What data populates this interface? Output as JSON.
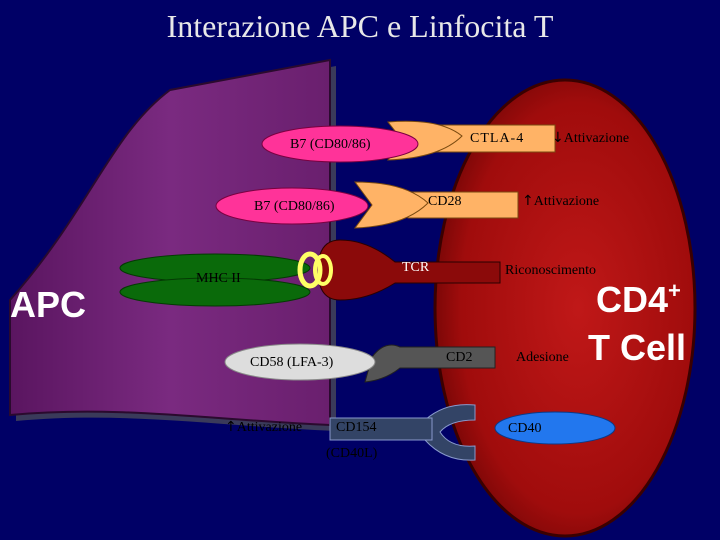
{
  "title": "Interazione APC e Linfocita T",
  "cells": {
    "apc_label": "APC",
    "tcell_label_top": "CD4",
    "tcell_label_sup": "+",
    "tcell_label_bottom": "T Cell"
  },
  "rows": [
    {
      "ligand": "B7 (CD80/86)",
      "receptor": "CTLA-4",
      "effect_arrow": "↓",
      "effect": "Attivazione"
    },
    {
      "ligand": "B7 (CD80/86)",
      "receptor": "CD28",
      "effect_arrow": "↑",
      "effect": "Attivazione"
    },
    {
      "ligand": "MHC II",
      "receptor": "TCR",
      "effect": "Riconoscimento"
    },
    {
      "ligand": "CD58 (LFA-3)",
      "receptor": "CD2",
      "effect": "Adesione"
    },
    {
      "ligand": "CD154",
      "ligand_line2": "(CD40L)",
      "receptor": "CD40",
      "effect_arrow": "↑",
      "effect": "Attivazione"
    }
  ],
  "colors": {
    "background": "#000066",
    "apc_cell": "#6a1f6e",
    "t_cell": "#b01010",
    "b7": "#ff3399",
    "ctla4_cd28": "#ffb366",
    "mhc": "#0a6a0a",
    "tcr": "#8b0a0a",
    "cd58": "#dddddd",
    "cd2": "#555555",
    "cd154": "#334466",
    "cd40": "#2277ee"
  }
}
